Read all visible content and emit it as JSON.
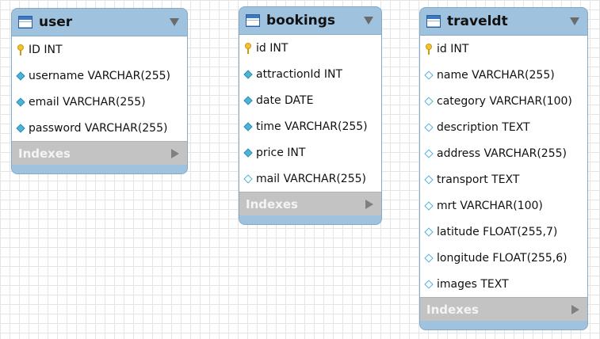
{
  "tables": [
    {
      "name": "user",
      "indexes_label": "Indexes",
      "columns": [
        {
          "text": "ID INT",
          "icon": "key"
        },
        {
          "text": "username VARCHAR(255)",
          "icon": "filled"
        },
        {
          "text": "email VARCHAR(255)",
          "icon": "filled"
        },
        {
          "text": "password VARCHAR(255)",
          "icon": "filled"
        }
      ]
    },
    {
      "name": "bookings",
      "indexes_label": "Indexes",
      "columns": [
        {
          "text": "id INT",
          "icon": "key"
        },
        {
          "text": "attractionId INT",
          "icon": "filled"
        },
        {
          "text": "date DATE",
          "icon": "filled"
        },
        {
          "text": "time VARCHAR(255)",
          "icon": "filled"
        },
        {
          "text": "price INT",
          "icon": "filled"
        },
        {
          "text": "mail VARCHAR(255)",
          "icon": "empty"
        }
      ]
    },
    {
      "name": "traveldt",
      "indexes_label": "Indexes",
      "columns": [
        {
          "text": "id INT",
          "icon": "key"
        },
        {
          "text": "name VARCHAR(255)",
          "icon": "empty"
        },
        {
          "text": "category VARCHAR(100)",
          "icon": "empty"
        },
        {
          "text": "description TEXT",
          "icon": "empty"
        },
        {
          "text": "address VARCHAR(255)",
          "icon": "empty"
        },
        {
          "text": "transport TEXT",
          "icon": "empty"
        },
        {
          "text": "mrt VARCHAR(100)",
          "icon": "empty"
        },
        {
          "text": "latitude FLOAT(255,7)",
          "icon": "empty"
        },
        {
          "text": "longitude FLOAT(255,6)",
          "icon": "empty"
        },
        {
          "text": "images TEXT",
          "icon": "empty"
        }
      ]
    }
  ],
  "colors": {
    "header": "#9fc2df",
    "indexes_bar": "#c3c3c3",
    "primary_key": "#f2c230",
    "column_icon": "#4fb3d6"
  }
}
